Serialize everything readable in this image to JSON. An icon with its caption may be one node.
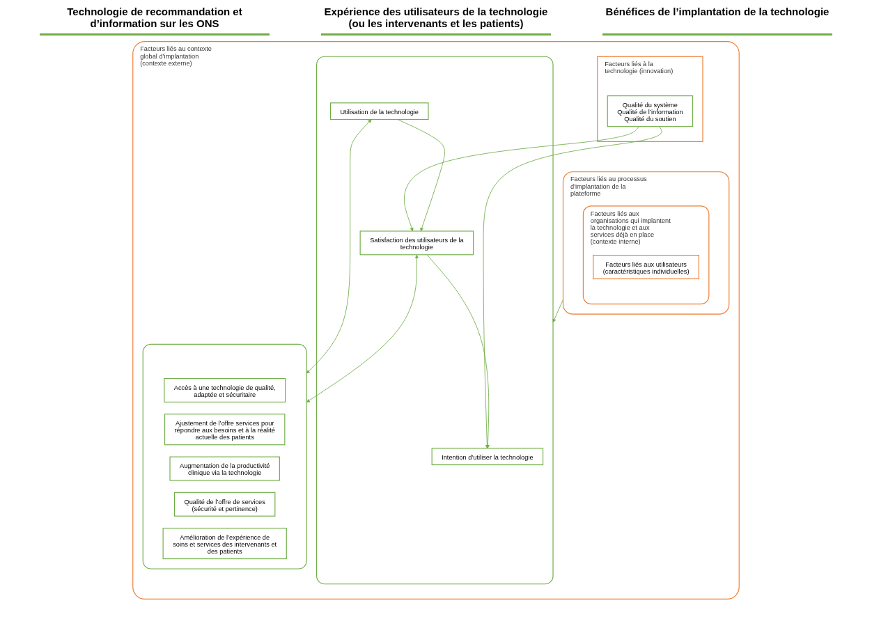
{
  "diagram": {
    "nodes": [
      {
        "text": [
          "Facteurs liés au contexte global d’implantation (contexte externe)"
        ]
      },
      {
        "text": [
          "Facteurs liés à la technologie (innovation)"
        ],
        "in": 0
      },
      {
        "text": [
          "Qualité du système",
          "Qualité de l’information",
          "Qualité du soutien"
        ],
        "in": 1
      },
      {
        "text": [],
        "shape": "box",
        "in": 0
      },
      {
        "text": [
          "Intention d’utiliser la technologie"
        ],
        "in": 3
      },
      {
        "text": [
          "Utilisation de la technologie"
        ],
        "in": 3
      },
      {
        "text": [
          "Satisfaction des utilisateurs de la technologie"
        ],
        "in": 3
      },
      {
        "text": [
          "Facteurs liés au processus d’implantation de la plateforme"
        ],
        "in": 0
      },
      {
        "text": [
          "Facteurs liés aux organisations qui implantent la technologie et aux services déjà en place (contexte interne)"
        ],
        "in": 7
      },
      {
        "text": [
          "Facteurs liés aux utilisateurs (caractéristiques individuelles)"
        ],
        "in": 8
      },
      {
        "text": [],
        "shape": "box",
        "in": 0
      },
      {
        "text": [
          "Accès à une technologie de qualité, adaptée et sécuritaire"
        ],
        "in": 10
      },
      {
        "text": [
          "Ajustement de l’offre services pour répondre aux besoins et à la réalité actuelle des patients"
        ],
        "in": 10
      },
      {
        "text": [
          "Augmentation de la productivité clinique via la technologie"
        ],
        "in": 10
      },
      {
        "text": [
          "Qualité de l’offre de services (sécurité et pertinence)"
        ],
        "in": 10
      },
      {
        "text": [
          "Amélioration de l’expérience de soins et services des intervenants et des patients"
        ],
        "in": 10
      }
    ],
    "edges": [
      {
        "from": 2,
        "to": 4,
        "arrow": "to"
      },
      {
        "from": 2,
        "to": 6,
        "arrow": "to"
      },
      {
        "from": 6,
        "to": 4,
        "arrow": "to"
      },
      {
        "from": 5,
        "to": 6,
        "arrow": "to"
      },
      {
        "from": 5,
        "to": 10,
        "arrow": "both"
      },
      {
        "from": 6,
        "to": 10,
        "arrow": "both"
      },
      {
        "from": 7,
        "to": 3,
        "arrow": "to"
      }
    ],
    "labels": [
      "Technologie de recommandation et d’information sur les ONS",
      "Expérience des utilisateurs de la technologie (ou les intervenants et les patients)",
      "Bénéfices de l’implantation de la technologie"
    ]
  }
}
